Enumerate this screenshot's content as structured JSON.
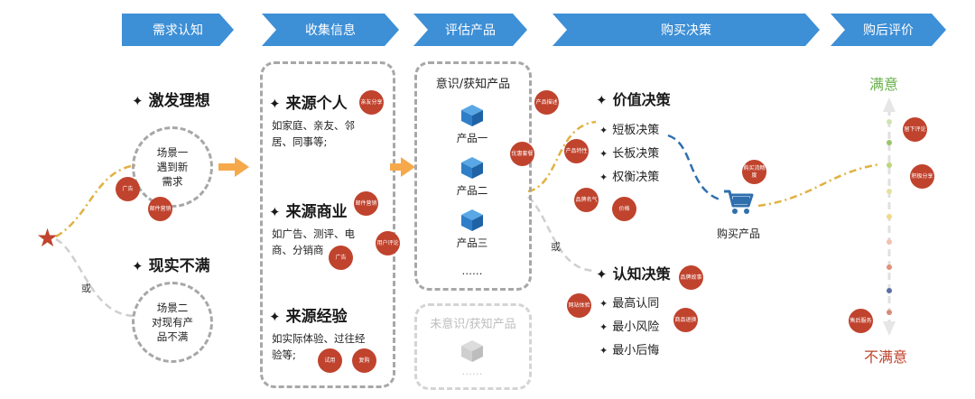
{
  "stages": [
    "需求认知",
    "收集信息",
    "评估产品",
    "购买决策",
    "购后评价"
  ],
  "need": {
    "inspire": "激发理想",
    "dissatisfied": "现实不满",
    "scene1": [
      "场景一",
      "遇到新",
      "需求"
    ],
    "scene2": [
      "场景二",
      "对现有产",
      "品不满"
    ],
    "or": "或",
    "badges": [
      "广告",
      "邮件营销"
    ]
  },
  "info": {
    "personal_title": "来源个人",
    "personal_desc": [
      "如家庭、亲友、邻",
      "居、同事等;"
    ],
    "commercial_title": "来源商业",
    "commercial_desc": [
      "如广告、测评、电",
      "商、分销商"
    ],
    "experience_title": "来源经验",
    "experience_desc": [
      "如实际体验、过往经",
      "验等;"
    ],
    "badges": [
      "亲友分享",
      "邮件营销",
      "用户评论",
      "广告",
      "试用",
      "复购"
    ]
  },
  "eval": {
    "aware_title": "意识/获知产品",
    "products": [
      "产品一",
      "产品二",
      "产品三"
    ],
    "ellipsis": "……",
    "unaware_title": "未意识/获知产品",
    "unaware_ellipsis": "……"
  },
  "decision": {
    "value_title": "价值决策",
    "value_items": [
      "短板决策",
      "长板决策",
      "权衡决策"
    ],
    "cognitive_title": "认知决策",
    "cognitive_items": [
      "最高认同",
      "最小风险",
      "最小后悔"
    ],
    "or": "或",
    "buy_label": "购买产品",
    "badges": [
      "产品描述",
      "优惠套餐",
      "产品特性",
      "品牌名气",
      "价格",
      "购买流畅度",
      "品牌故事",
      "网站体验",
      "商品退换"
    ]
  },
  "post": {
    "satisfied": "满意",
    "unsatisfied": "不满意",
    "badges": [
      "留下评论",
      "积极分享",
      "售后服务"
    ]
  },
  "colors": {
    "stage": "#3d8fd6",
    "badge": "#c0432d",
    "star": "#c0432d",
    "arrow": "#f5a94b",
    "satisfied": "#6ab04c",
    "unsatisfied": "#c0432d",
    "cube": "#2f7fc8"
  }
}
